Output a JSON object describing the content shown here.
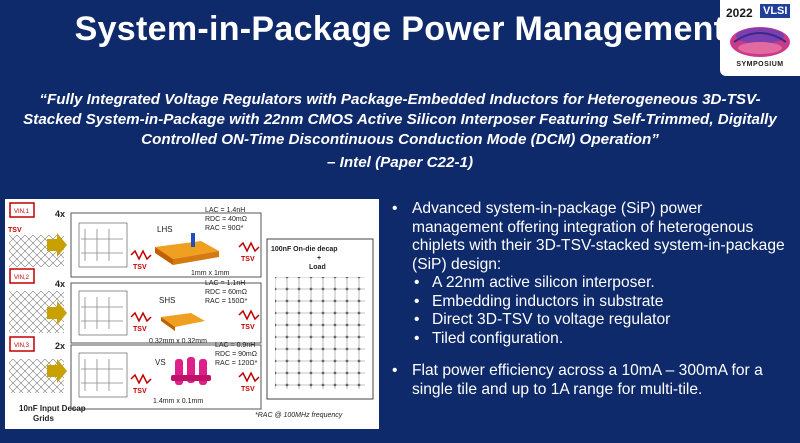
{
  "title": "System-in-Package Power Management",
  "logo": {
    "year": "2022",
    "vlsi": "VLSI",
    "symposium": "SYMPOSIUM"
  },
  "quote": "“Fully Integrated Voltage Regulators with Package-Embedded Inductors for Heterogeneous 3D-TSV-Stacked System-in-Package with 22nm CMOS Active Silicon Interposer Featuring Self-Trimmed, Digitally Controlled ON-Time Discontinuous Conduction Mode (DCM) Operation”",
  "attribution": "– Intel (Paper C22-1)",
  "figure": {
    "rows": [
      {
        "vin": "VIN,1",
        "mult": "4x",
        "name": "LHS",
        "lac": "LAC = 1.4nH",
        "rdc": "RDC = 40mΩ",
        "rac": "RAC = 90Ω*",
        "dim": "1mm x 1mm"
      },
      {
        "vin": "VIN,2",
        "mult": "4x",
        "name": "SHS",
        "lac": "LAC = 1.1nH",
        "rdc": "RDC = 60mΩ",
        "rac": "RAC = 150Ω*",
        "dim": "0.32mm x 0.32mm"
      },
      {
        "vin": "VIN,3",
        "mult": "2x",
        "name": "VS",
        "lac": "LAC = 0.9nH",
        "rdc": "RDC = 90mΩ",
        "rac": "RAC = 120Ω*",
        "dim": "1.4mm x 0.1mm"
      }
    ],
    "tsv": "TSV",
    "decap_title": "100nF On-die decap",
    "decap_plus": "+",
    "decap_load": "Load",
    "input_decap_1": "10nF Input Decap",
    "input_decap_2": "Grids",
    "footnote": "*RAC @ 100MHz frequency"
  },
  "bullets": {
    "b1": "Advanced system-in-package (SiP) power management offering integration of heterogenous chiplets with their 3D-TSV-stacked system-in-package (SiP) design:",
    "subs": [
      "A 22nm active silicon interposer.",
      "Embedding inductors in substrate",
      "Direct 3D-TSV to voltage regulator",
      "Tiled configuration."
    ],
    "b2": "Flat power efficiency across a 10mA – 300mA for a single tile and up to 1A range for multi-tile."
  },
  "colors": {
    "background": "#0f2a6b",
    "tsv_red": "#c00000",
    "inductor_orange": "#e07b00",
    "inductor_magenta": "#e0208a"
  }
}
